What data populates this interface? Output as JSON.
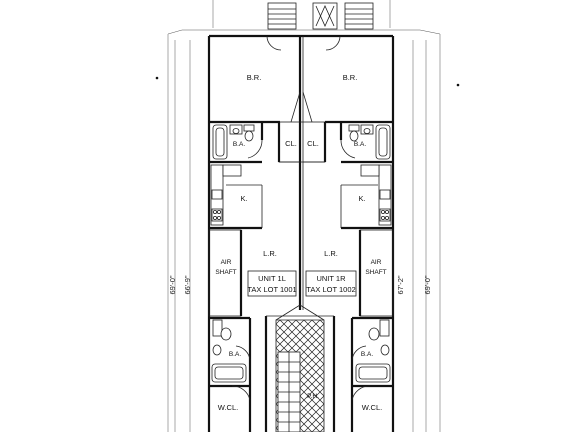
{
  "rooms": {
    "br_left": "B.R.",
    "br_right": "B.R.",
    "ba_upper_left": "B.A.",
    "ba_upper_right": "B.A.",
    "cl_left": "CL.",
    "cl_right": "CL.",
    "k_left": "K.",
    "k_right": "K.",
    "lr_left": "L.R.",
    "lr_right": "L.R.",
    "air_shaft_left": [
      "AIR",
      "SHAFT"
    ],
    "air_shaft_right": [
      "AIR",
      "SHAFT"
    ],
    "ba_lower_left": "B.A.",
    "ba_lower_right": "B.A.",
    "wcl_left": "W.CL.",
    "wcl_right": "W.CL.",
    "ph": "P.H."
  },
  "units": {
    "left": {
      "name": "UNIT 1L",
      "tax_lot": "TAX LOT 1001"
    },
    "right": {
      "name": "UNIT 1R",
      "tax_lot": "TAX LOT 1002"
    }
  },
  "dimensions": {
    "outer_left": "69'-0\"",
    "inner_left": "66'-9\"",
    "inner_right": "67'-2\"",
    "outer_right": "69'-0\""
  }
}
